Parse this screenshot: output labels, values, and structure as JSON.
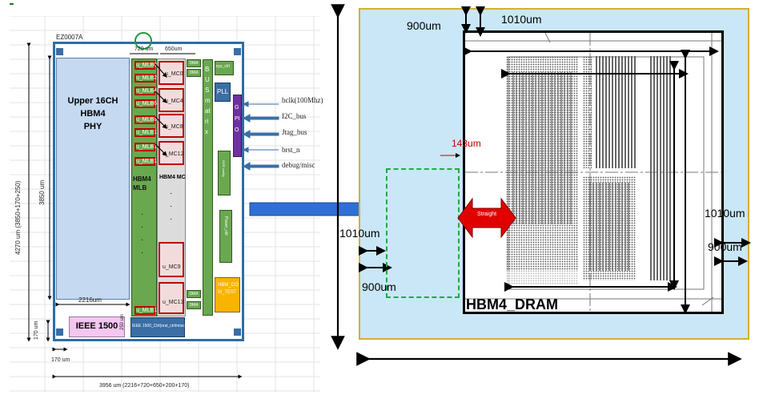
{
  "left_panel": {
    "chip_id": "EZ0007A",
    "phy_label": "Upper 16CH\nHBM4\nPHY",
    "height_label": "3850 um",
    "total_height_label": "4270 um (3850+170+250)",
    "width_2216": "2216um",
    "width_720": "720 um",
    "width_650": "650um",
    "bottom_170_v": "170 um",
    "bottom_170_h": "170 um",
    "total_width_label": "3956 um (2216+720+650+200+170)",
    "ieee_label": "IEEE 1500",
    "ieee_ctrl_label": "IEEE 1500_Ctrl(rest_ctrl/misc",
    "ieee_dim": "250 um",
    "mlb_rows": [
      "u_MLB0",
      "u_MLB2",
      "u_MLB4",
      "u_MLB6",
      "u_MLB8",
      "u_MLB10",
      "u_MLB12",
      "u_MLB14"
    ],
    "mlb_bottom": "u_MLB15",
    "hbm4_mlb_label": "HBM4\nMLB",
    "hbm4_mc_label": "HBM4 MC",
    "mc_blocks": [
      "u_MC0",
      "u_MC4",
      "u_MC8",
      "u_MC12"
    ],
    "mc9": "u_MC9",
    "mc13": "u_MC13",
    "dma": "DMA",
    "bus_matrix": "BUS matrix",
    "sys_ctrl": "sys_ctrl",
    "pll": "PLL",
    "gpio": "GPIO",
    "ddr_cfg": "DDR config",
    "power_ctrl": "Power_ctrl",
    "hbm_test": "HBM_CO\nM_TEST",
    "signals": [
      "bclk(100Mhz)",
      "I2C_bus",
      "Jtag_bus",
      "brst_n",
      "debug/misc"
    ]
  },
  "right_panel": {
    "top_900": "900um",
    "top_1010": "1010um",
    "gap_label": "143um",
    "straight_label": "Straight",
    "left_1010": "1010um",
    "left_900": "900um",
    "right_1010": "1010um",
    "right_900": "900um",
    "dram_label": "HBM4_DRAM"
  },
  "colors": {
    "phy_blue": "#c5d9f1",
    "mlb_green": "#6aa84f",
    "mc_red": "#c00000",
    "arrow_blue": "#2f6fd6",
    "straight_red": "#e00000",
    "dashed_green": "#22aa44",
    "panel_fill": "#c9e7f7",
    "panel_border": "#d4b030"
  }
}
